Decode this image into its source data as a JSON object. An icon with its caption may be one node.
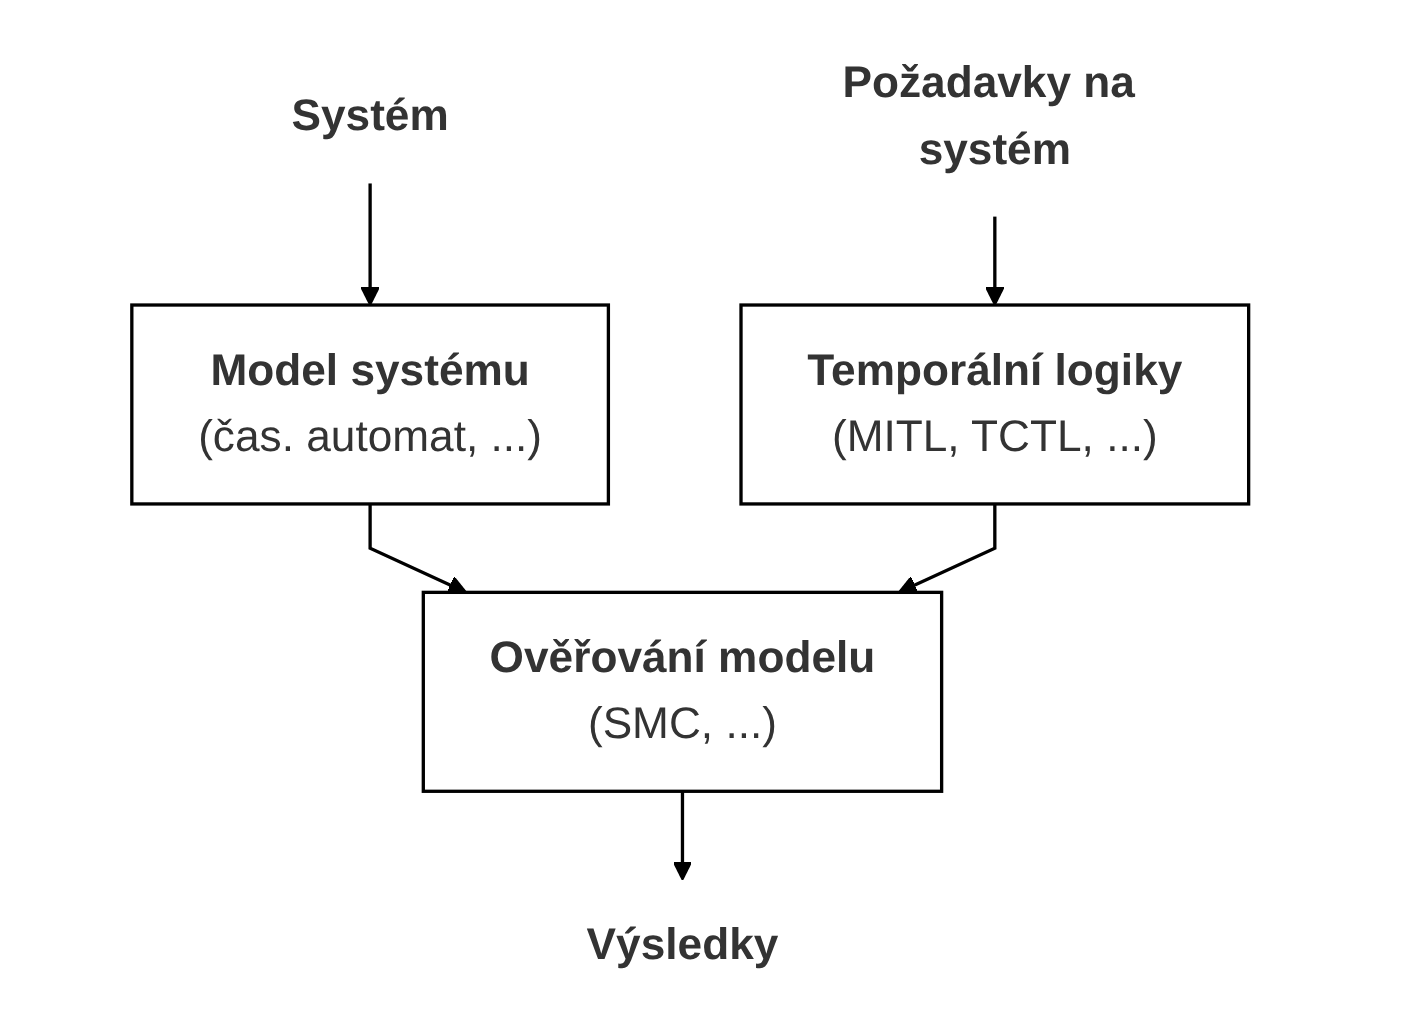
{
  "diagram": {
    "nodes": [
      {
        "text": [
          "Systém"
        ]
      },
      {
        "text": [
          "Požadavky na systém"
        ]
      },
      {
        "text": [
          "Model systému",
          "(čas. automat, ...)"
        ]
      },
      {
        "text": [
          "Temporální logiky",
          "(MITL, TCTL, ...)"
        ]
      },
      {
        "text": [
          "Ověřování modelu",
          "(SMC, ...)"
        ]
      },
      {
        "text": [
          "Výsledky"
        ]
      }
    ],
    "edges": [
      {
        "from": 0,
        "to": 2,
        "arrow": "to"
      },
      {
        "from": 1,
        "to": 3,
        "arrow": "to"
      },
      {
        "from": 2,
        "to": 4,
        "arrow": "to"
      },
      {
        "from": 3,
        "to": 4,
        "arrow": "to"
      },
      {
        "from": 4,
        "to": 5,
        "arrow": "to"
      }
    ]
  }
}
